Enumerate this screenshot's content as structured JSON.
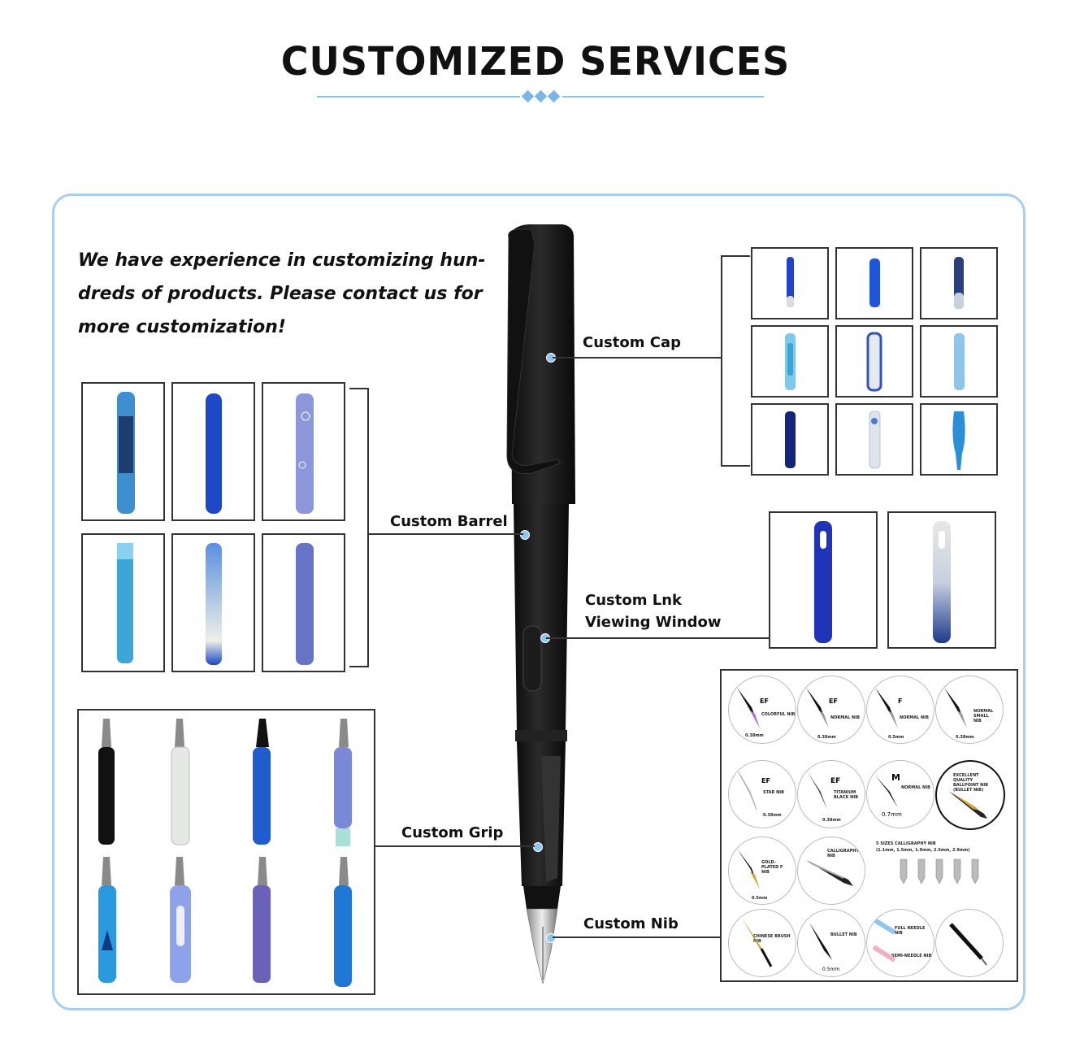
{
  "header": {
    "title": "CUSTOMIZED SERVICES"
  },
  "intro": {
    "lines": [
      "We have experience in customizing hun-",
      "dreds of products. Please contact us for",
      "more customization!"
    ]
  },
  "labels": {
    "cap": "Custom Cap",
    "barrel": "Custom Barrel",
    "window_line1": "Custom Lnk",
    "window_line2": "Viewing Window",
    "grip": "Custom Grip",
    "nib": "Custom Nib"
  },
  "nib_chart": {
    "row1": [
      {
        "code": "EF",
        "name": "COLORFUL NIB",
        "size": "0.38mm"
      },
      {
        "code": "EF",
        "name": "NORMAL NIB",
        "size": "0.38mm"
      },
      {
        "code": "F",
        "name": "NORMAL NIB",
        "size": "0.5mm"
      },
      {
        "code": "",
        "name": "NORMAL SMALL NIB",
        "size": "0.38mm"
      }
    ],
    "row2": [
      {
        "code": "EF",
        "name": "STAR NIB",
        "size": "0.38mm"
      },
      {
        "code": "EF",
        "name": "TITANIUM BLACK NIB",
        "size": "0.38mm"
      },
      {
        "code": "M",
        "name": "NORMAL NIB",
        "size": "0.7mm"
      },
      {
        "code": "",
        "name": "EXCELLENT QUALITY BALLPOINT NIB (BULLET NIB)",
        "size": ""
      }
    ],
    "row3": [
      {
        "code": "",
        "name": "GOLD-PLATED F NIB",
        "size": "0.5mm"
      },
      {
        "code": "",
        "name": "CALLIGRAPHY NIB",
        "size": ""
      }
    ],
    "calligraphy_note_1": "5 SIZES CALLIGRAPHY NIB",
    "calligraphy_note_2": "(1.1mm, 1.5mm, 1.9mm, 2.5mm, 2.9mm)",
    "row4": [
      {
        "code": "",
        "name": "CHINESE BRUSH NIB",
        "size": ""
      },
      {
        "code": "",
        "name": "BULLET NIB",
        "size": "0.5mm"
      },
      {
        "code": "",
        "name": "FULL NEEDLE NIB",
        "size": ""
      },
      {
        "code": "",
        "name": "SEMI-NEEDLE NIB",
        "size": ""
      }
    ]
  },
  "colors": {
    "accent": "#5aa7e0",
    "frame": "#a9cfee",
    "pen": "#1a1a1a"
  }
}
